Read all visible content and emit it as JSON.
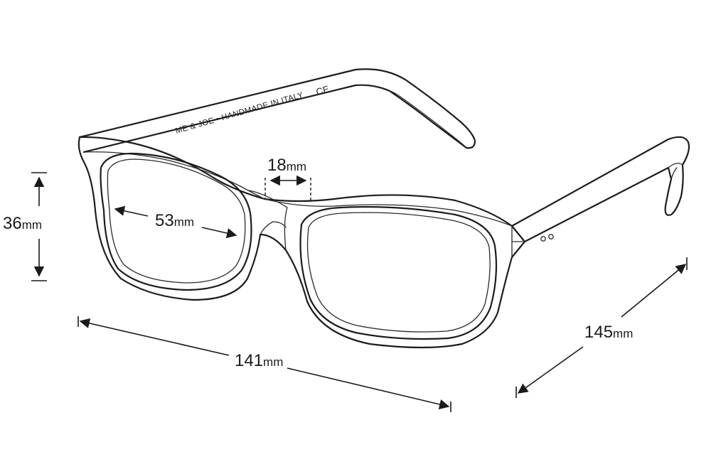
{
  "product": {
    "brand_imprint": "ME & JOE • HANDMADE IN ITALY",
    "ce_mark": "CE"
  },
  "dimensions": {
    "frame_height": {
      "value": "36",
      "unit": "mm"
    },
    "lens_width": {
      "value": "53",
      "unit": "mm"
    },
    "bridge_width": {
      "value": "18",
      "unit": "mm"
    },
    "total_width": {
      "value": "141",
      "unit": "mm"
    },
    "temple_length": {
      "value": "145",
      "unit": "mm"
    }
  },
  "colors": {
    "ink": "#1c1c1c",
    "background": "#ffffff"
  }
}
